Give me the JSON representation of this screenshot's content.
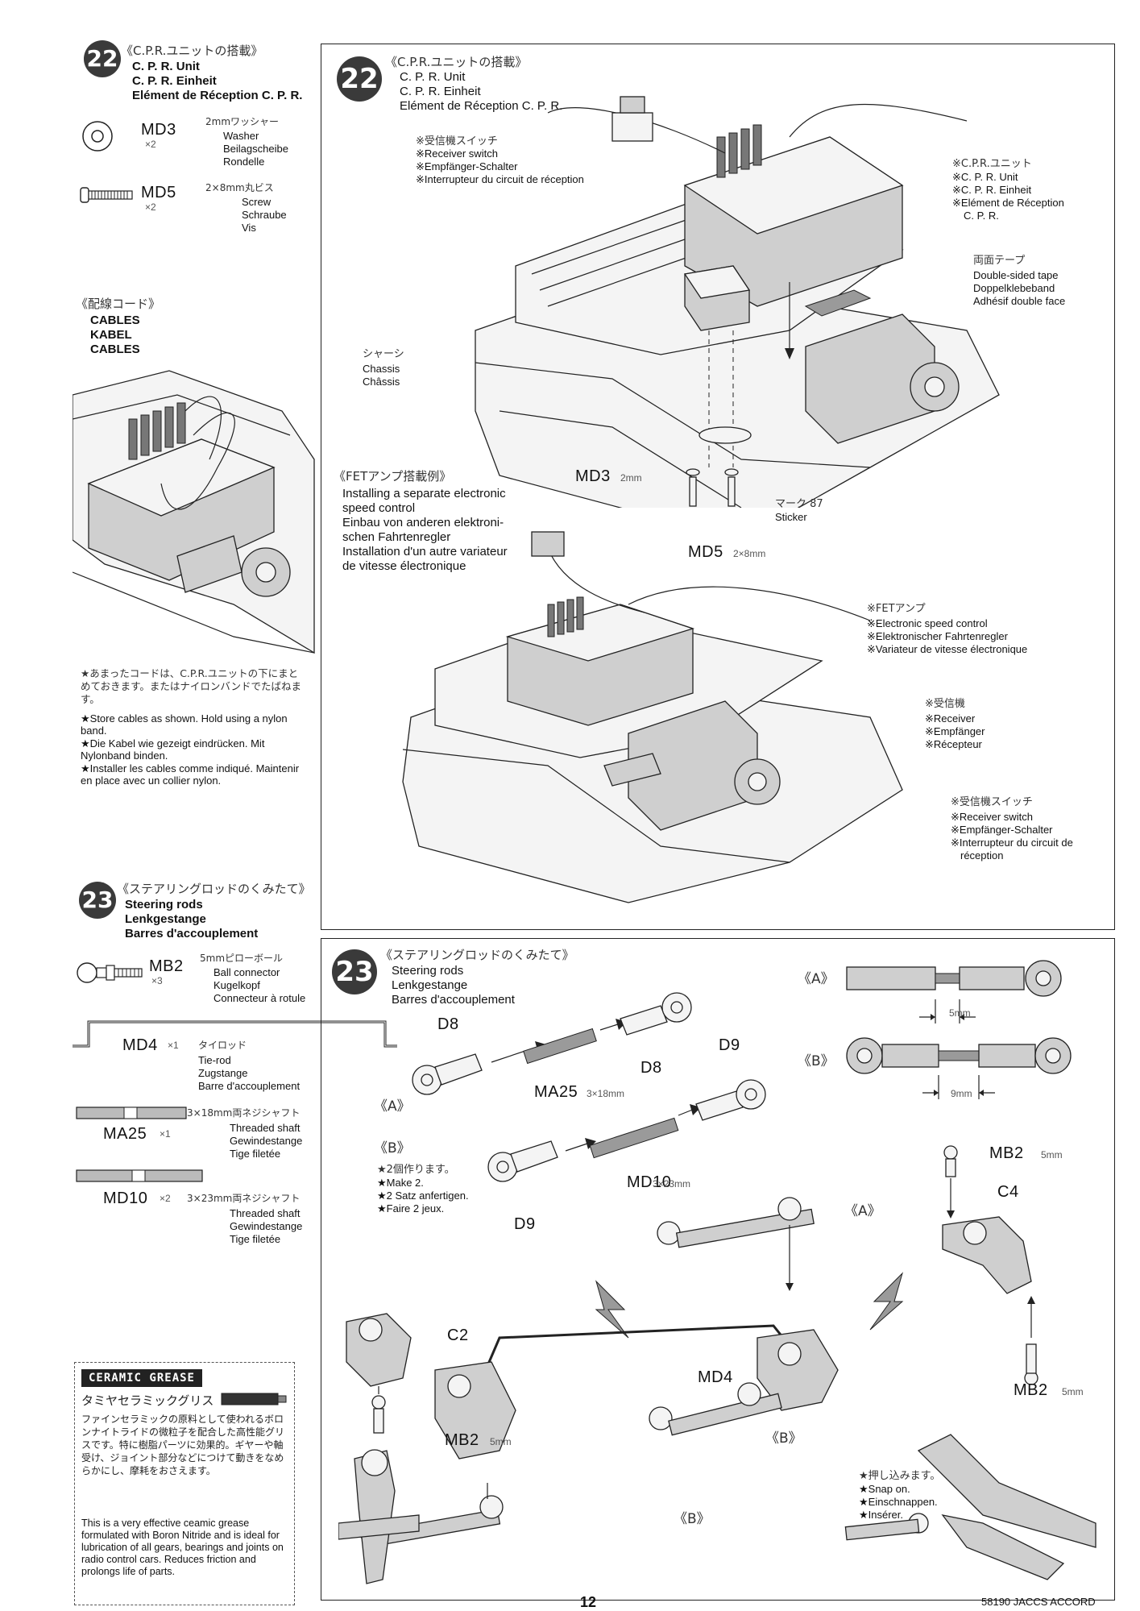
{
  "step22": {
    "num": "22",
    "jp": "《C.P.R.ユニットの搭載》",
    "en": "C. P. R. Unit",
    "de": "C. P. R. Einheit",
    "fr": "Elément de Réception C. P. R.",
    "parts": [
      {
        "code": "MD3",
        "qty": "×2",
        "size": "2mmワッシャー",
        "en": "Washer",
        "de": "Beilagscheibe",
        "fr": "Rondelle"
      },
      {
        "code": "MD5",
        "qty": "×2",
        "size": "2×8mm丸ビス",
        "en": "Screw",
        "de": "Schraube",
        "fr": "Vis"
      }
    ],
    "cables": {
      "jp": "《配線コード》",
      "en": "CABLES",
      "de": "KABEL",
      "fr": "CABLES",
      "notes": [
        "★あまったコードは、C.P.R.ユニットの下にまとめておきます。またはナイロンバンドでたばねます。",
        "★Store cables as shown. Hold using a nylon band.",
        "★Die Kabel wie gezeigt eindrücken. Mit Nylonband binden.",
        "★Installer les cables comme indiqué. Maintenir en place avec un collier nylon."
      ]
    },
    "panel": {
      "receiver_switch": [
        "※受信機スイッチ",
        "※Receiver switch",
        "※Empfänger-Schalter",
        "※Interrupteur du circuit de réception"
      ],
      "cpr_unit": [
        "※C.P.R.ユニット",
        "※C. P. R. Unit",
        "※C. P. R. Einheit",
        "※Elément de Réception",
        "C. P. R."
      ],
      "tape": [
        "両面テープ",
        "Double-sided tape",
        "Doppelklebeband",
        "Adhésif double face"
      ],
      "chassis": [
        "シャーシ",
        "Chassis",
        "Châssis"
      ],
      "md3_label": "MD3",
      "md3_size": "2mm",
      "md5_label": "MD5",
      "md5_size": "2×8mm",
      "sticker": [
        "マーク 87",
        "Sticker"
      ],
      "fet_title": "《FETアンプ搭載例》",
      "fet_lines": [
        "Installing a separate electronic",
        "speed control",
        "Einbau von anderen elektroni-",
        "schen Fahrtenregler",
        "Installation d'un autre variateur",
        "de vitesse électronique"
      ],
      "fet_amp": [
        "※FETアンプ",
        "※Electronic speed control",
        "※Elektronischer Fahrtenregler",
        "※Variateur de vitesse électronique"
      ],
      "receiver": [
        "※受信機",
        "※Receiver",
        "※Empfänger",
        "※Récepteur"
      ],
      "receiver_switch2": [
        "※受信機スイッチ",
        "※Receiver switch",
        "※Empfänger-Schalter",
        "※Interrupteur du circuit de",
        "réception"
      ]
    }
  },
  "step23": {
    "num": "23",
    "jp": "《ステアリングロッドのくみたて》",
    "en": "Steering rods",
    "de": "Lenkgestange",
    "fr": "Barres d'accouplement",
    "parts": [
      {
        "code": "MB2",
        "qty": "×3",
        "size": "5mmピローボール",
        "en": "Ball connector",
        "de": "Kugelkopf",
        "fr": "Connecteur à rotule"
      },
      {
        "code": "MD4",
        "qty": "×1",
        "size": "タイロッド",
        "en": "Tie-rod",
        "de": "Zugstange",
        "fr": "Barre d'accouplement"
      },
      {
        "code": "MA25",
        "qty": "×1",
        "size": "3×18mm両ネジシャフト",
        "en": "Threaded shaft",
        "de": "Gewindestange",
        "fr": "Tige filetée"
      },
      {
        "code": "MD10",
        "qty": "×2",
        "size": "3×23mm両ネジシャフト",
        "en": "Threaded shaft",
        "de": "Gewindestange",
        "fr": "Tige filetée"
      }
    ],
    "panel": {
      "d8": "D8",
      "d9": "D9",
      "ma25": "MA25",
      "ma25_size": "3×18mm",
      "md10": "MD10",
      "md10_size": "3×23mm",
      "a": "《A》",
      "b": "《B》",
      "a_gap": "5mm",
      "b_gap": "9mm",
      "make2": [
        "★2個作ります。",
        "★Make 2.",
        "★2 Satz anfertigen.",
        "★Faire 2 jeux."
      ],
      "mb2": "MB2",
      "mb2_size": "5mm",
      "c4": "C4",
      "c2": "C2",
      "md4": "MD4",
      "snap": [
        "★押し込みます。",
        "★Snap on.",
        "★Einschnappen.",
        "★Insérer."
      ]
    }
  },
  "grease": {
    "logo": "CERAMIC GREASE",
    "jp_title": "タミヤセラミックグリス",
    "jp_text": "ファインセラミックの原料として使われるボロンナイトライドの微粒子を配合した高性能グリスです。特に樹脂パーツに効果的。ギヤーや軸受け、ジョイント部分などにつけて動きをなめらかにし、摩耗をおさえます。",
    "en_text": "This is a very effective ceamic grease formulated with Boron Nitride and is ideal for lubrication of all gears, bearings and joints on radio control cars. Reduces friction and prolongs life of parts."
  },
  "footer": {
    "page": "12",
    "code": "58190 JACCS ACCORD"
  }
}
